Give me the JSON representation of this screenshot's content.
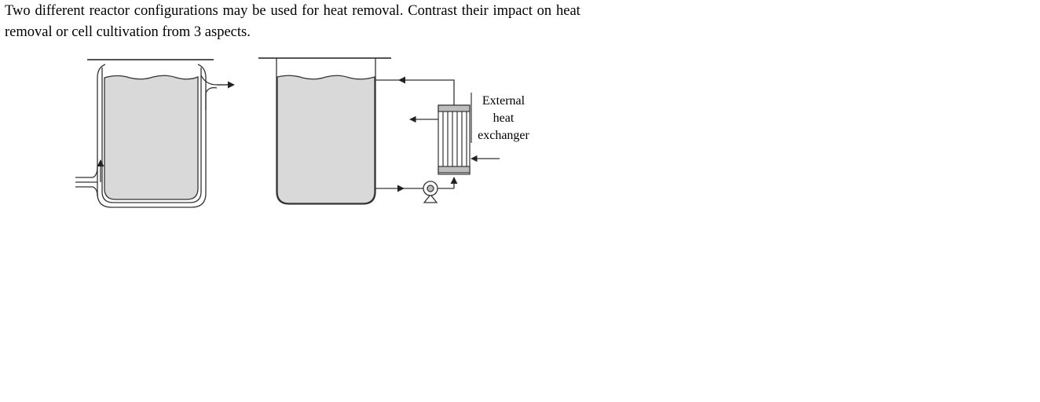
{
  "question": {
    "line1": "Two different reactor configurations may be used for heat removal. Contrast their impact on heat",
    "line2": "removal or cell cultivation from 3 aspects."
  },
  "figure": {
    "label": [
      "External",
      "heat",
      "exchanger"
    ],
    "colors": {
      "liquid": "#d9d9d9",
      "stroke": "#333333",
      "fill_white": "#ffffff"
    },
    "components": [
      "jacketed-reactor",
      "reactor-with-external-loop",
      "external-heat-exchanger",
      "circulation-pump"
    ]
  }
}
